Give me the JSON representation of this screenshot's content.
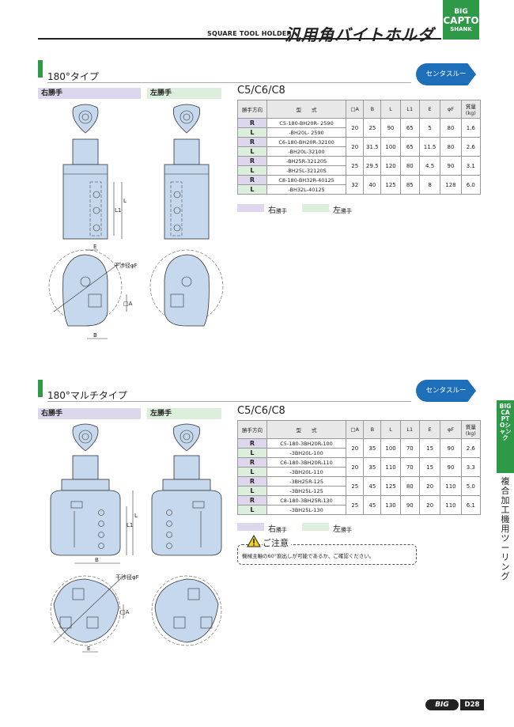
{
  "header": {
    "title_en": "SQUARE TOOL HOLDER",
    "title_jp": "汎用角バイトホルダ",
    "badge": [
      "BIG",
      "CAPTO",
      "SHANK"
    ]
  },
  "section1": {
    "title": "180°タイプ",
    "through_label": "センタスルー",
    "right_hand_label": "右勝手",
    "left_hand_label": "左勝手",
    "series": "C5/C6/C8",
    "headers": [
      "勝手方向",
      "型　　式",
      "□A",
      "B",
      "L",
      "L1",
      "E",
      "φF",
      "質量\n(kg)"
    ],
    "rows": [
      {
        "dir": "R",
        "model": "C5-180-BH20R- 2590",
        "A": "20",
        "B": "25",
        "L": "90",
        "L1": "65",
        "E": "5",
        "F": "80",
        "kg": "1.6"
      },
      {
        "dir": "L",
        "model": "-BH20L- 2590"
      },
      {
        "dir": "R",
        "model": "C6-180-BH20R-32100",
        "A": "20",
        "B": "31.5",
        "L": "100",
        "L1": "65",
        "E": "11.5",
        "F": "80",
        "kg": "2.6"
      },
      {
        "dir": "L",
        "model": "-BH20L-32100"
      },
      {
        "dir": "R",
        "model": "-BH25R-32120S",
        "A": "25",
        "B": "29.5",
        "L": "120",
        "L1": "80",
        "E": "4.5",
        "F": "90",
        "kg": "3.1"
      },
      {
        "dir": "L",
        "model": "-BH25L-32120S"
      },
      {
        "dir": "R",
        "model": "C8-180-BH32R-40125",
        "A": "32",
        "B": "40",
        "L": "125",
        "L1": "85",
        "E": "8",
        "F": "128",
        "kg": "6.0"
      },
      {
        "dir": "L",
        "model": "-BH32L-40125"
      }
    ],
    "legend_right": "右",
    "legend_right_sub": "勝手",
    "legend_left": "左",
    "legend_left_sub": "勝手",
    "dims": {
      "E": "E",
      "L": "L",
      "L1": "L1",
      "B": "B",
      "A": "□A",
      "F": "干渉径φF"
    }
  },
  "section2": {
    "title": "180°マルチタイプ",
    "through_label": "センタスルー",
    "right_hand_label": "右勝手",
    "left_hand_label": "左勝手",
    "series": "C5/C6/C8",
    "headers": [
      "勝手方向",
      "型　　式",
      "□A",
      "B",
      "L",
      "L1",
      "E",
      "φF",
      "質量\n(kg)"
    ],
    "rows": [
      {
        "dir": "R",
        "model": "C5-180-3BH20R-100",
        "A": "20",
        "B": "35",
        "L": "100",
        "L1": "70",
        "E": "15",
        "F": "90",
        "kg": "2.6"
      },
      {
        "dir": "L",
        "model": "-3BH20L-100"
      },
      {
        "dir": "R",
        "model": "C6-180-3BH20R-110",
        "A": "20",
        "B": "35",
        "L": "110",
        "L1": "70",
        "E": "15",
        "F": "90",
        "kg": "3.3"
      },
      {
        "dir": "L",
        "model": "-3BH20L-110"
      },
      {
        "dir": "R",
        "model": "-3BH25R-125",
        "A": "25",
        "B": "45",
        "L": "125",
        "L1": "80",
        "E": "20",
        "F": "110",
        "kg": "5.0"
      },
      {
        "dir": "L",
        "model": "-3BH25L-125"
      },
      {
        "dir": "R",
        "model": "C8-180-3BH25R-130",
        "A": "25",
        "B": "45",
        "L": "130",
        "L1": "90",
        "E": "20",
        "F": "110",
        "kg": "6.1"
      },
      {
        "dir": "L",
        "model": "-3BH25L-130"
      }
    ],
    "legend_right": "右",
    "legend_right_sub": "勝手",
    "legend_left": "左",
    "legend_left_sub": "勝手",
    "caution_title": "ご注意",
    "caution_text": "機械主軸の60°割出しが可能であるか、ご確認ください。",
    "dims": {
      "E": "E",
      "L": "L",
      "L1": "L1",
      "B": "B",
      "A": "□A",
      "F": "干渉径φF"
    }
  },
  "side_tab": {
    "label": "BIG CAPTOシャンク",
    "text": "複合加工機用ツーリング"
  },
  "footer": {
    "logo": "BIG",
    "page": "D28"
  }
}
